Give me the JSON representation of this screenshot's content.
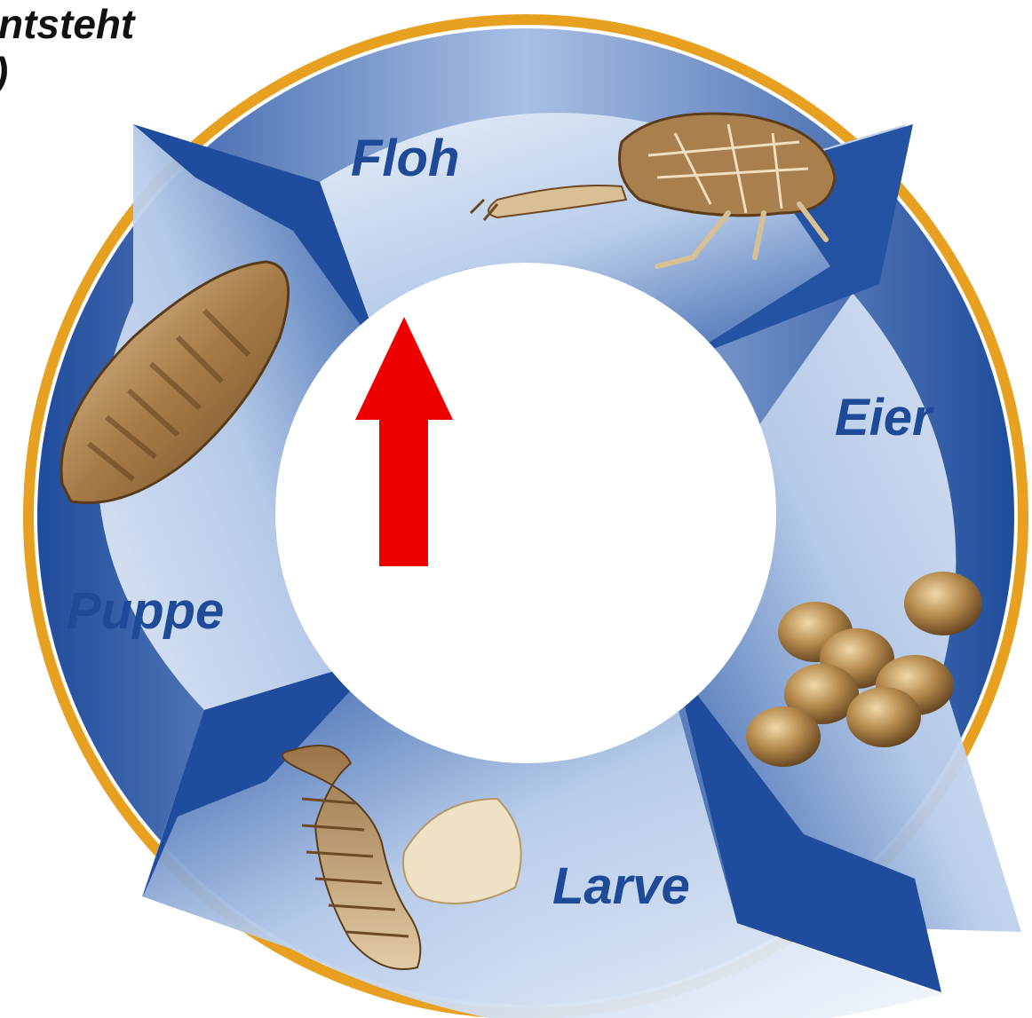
{
  "heading": {
    "line1": "ntsteht",
    "line2": ")"
  },
  "cycle": {
    "stages": [
      {
        "label": "Floh",
        "image_icon": "adult-flea-icon"
      },
      {
        "label": "Eier",
        "image_icon": "flea-eggs-icon"
      },
      {
        "label": "Larve",
        "image_icon": "flea-larva-icon"
      },
      {
        "label": "Puppe",
        "image_icon": "flea-pupa-icon"
      }
    ],
    "pointer_icon": "red-up-arrow-icon"
  },
  "colors": {
    "ring_dark": "#1f4c9c",
    "ring_light": "#eaf1fb",
    "rim_orange": "#e8a020",
    "label_blue": "#1e4a98",
    "pointer_red": "#ee0000",
    "specimen_brown": "#9a7040"
  }
}
